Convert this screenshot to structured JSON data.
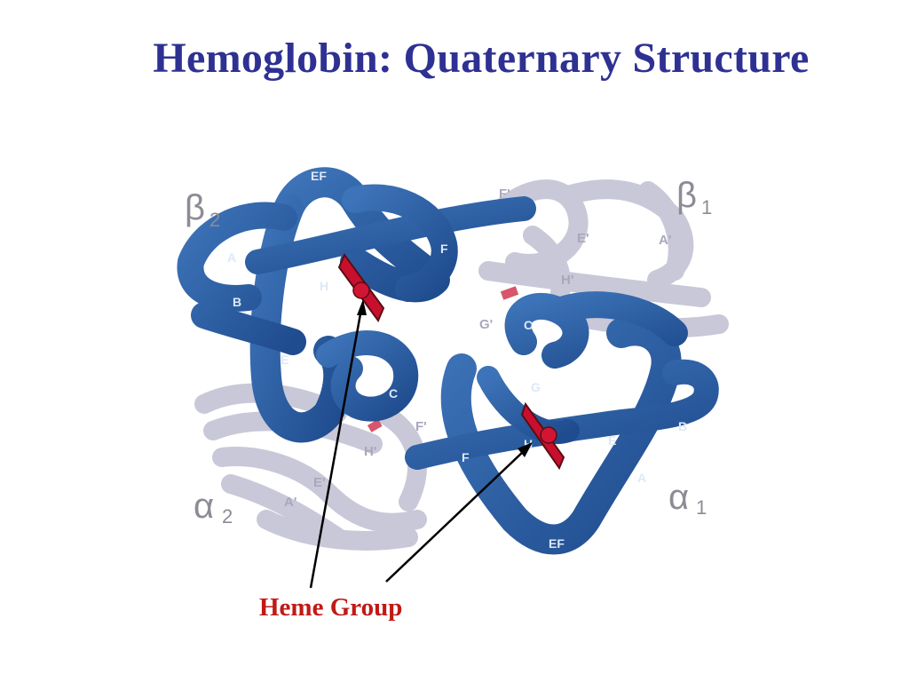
{
  "title": "Hemoglobin: Quaternary Structure",
  "caption": "Heme Group",
  "colors": {
    "title": "#2e3192",
    "caption": "#c01a16",
    "beta2_alpha1_tube": "#2a5da3",
    "beta1_alpha2_tube": "#c9c8d8",
    "heme": "#c8102e"
  },
  "subunits": {
    "beta2": {
      "symbol": "β",
      "subscript": "2",
      "helix_labels": [
        "EF",
        "A",
        "B",
        "H",
        "E",
        "F",
        "C"
      ]
    },
    "beta1": {
      "symbol": "β",
      "subscript": "1",
      "helix_labels": [
        "F'",
        "E'",
        "A'",
        "H'",
        "G'"
      ]
    },
    "alpha1": {
      "symbol": "α",
      "subscript": "1",
      "helix_labels": [
        "C",
        "G",
        "H",
        "F",
        "E",
        "B",
        "A",
        "EF"
      ]
    },
    "alpha2": {
      "symbol": "α",
      "subscript": "2",
      "helix_labels": [
        "F'",
        "H'",
        "E'",
        "A'"
      ]
    }
  }
}
